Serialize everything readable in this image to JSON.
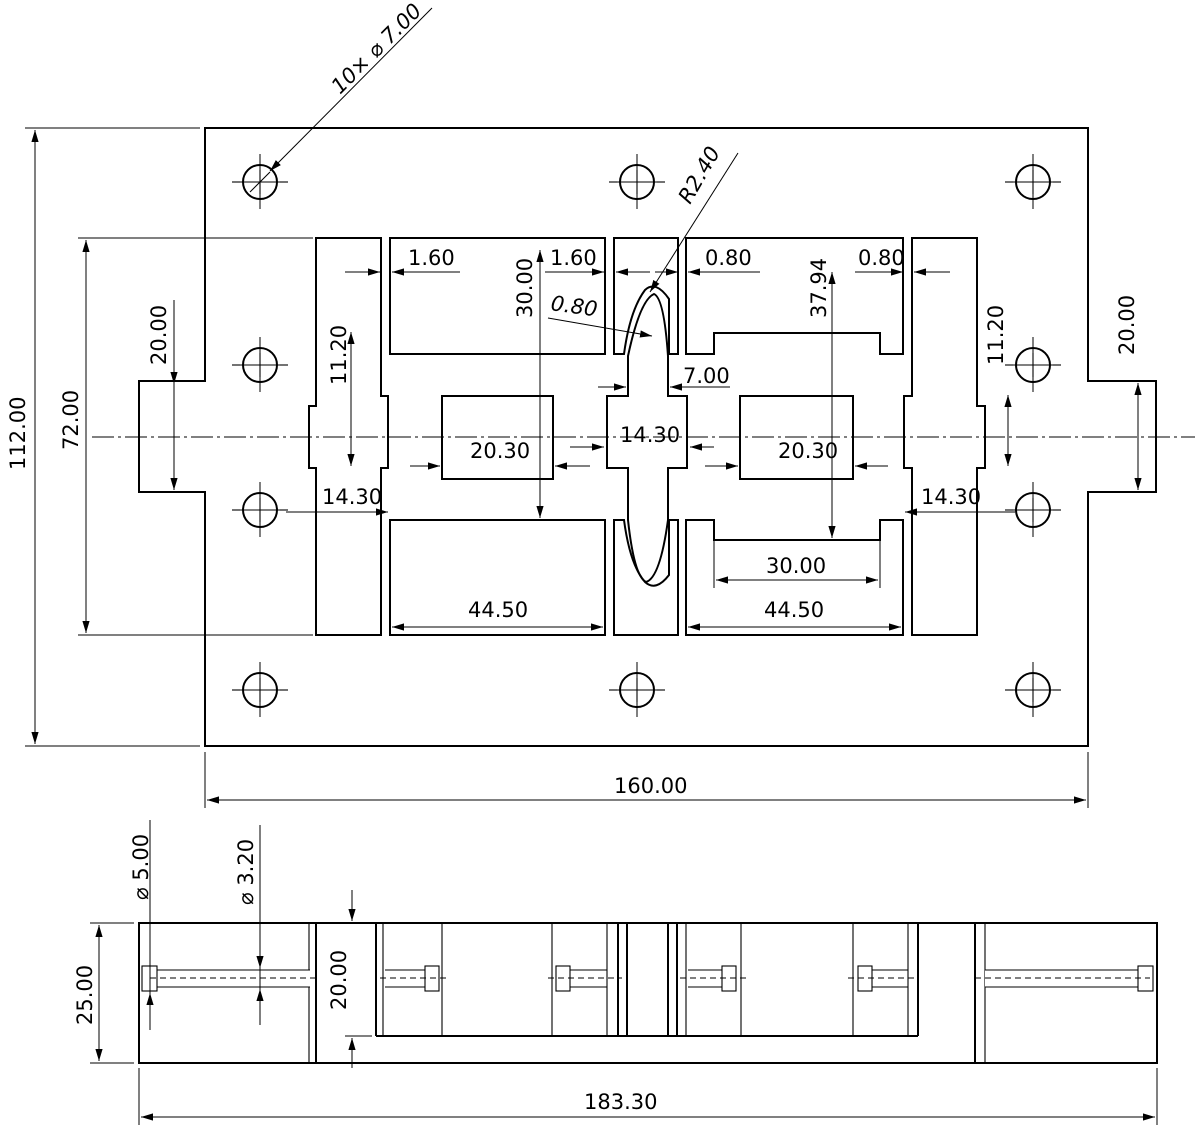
{
  "drawing": {
    "top_view": {
      "hole_callout": "10× ⌀ 7.00",
      "radius_callout": "R2.40",
      "dims": {
        "overall_height": "112.00",
        "inner_height": "72.00",
        "tab_left": "20.00",
        "tab_right": "20.00",
        "slot_left": "11.20",
        "slot_right": "11.20",
        "gap_left_outer": "1.60",
        "gap_left_inner": "1.60",
        "gap_right_inner": "0.80",
        "gap_right_outer": "0.80",
        "pocket_depth": "30.00",
        "flexure_gap": "0.80",
        "pocket_height_right": "37.94",
        "neck_width": "7.00",
        "center_width": "14.30",
        "block_left": "20.30",
        "block_right": "20.30",
        "arm_left": "14.30",
        "arm_right": "14.30",
        "recess_width": "30.00",
        "pocket_left_width": "44.50",
        "pocket_right_width": "44.50",
        "overall_width": "160.00"
      }
    },
    "side_view": {
      "dims": {
        "bore_large": "⌀ 5.00",
        "bore_small": "⌀ 3.20",
        "total_height": "25.00",
        "pocket_depth": "20.00",
        "overall_length": "183.30"
      }
    }
  }
}
